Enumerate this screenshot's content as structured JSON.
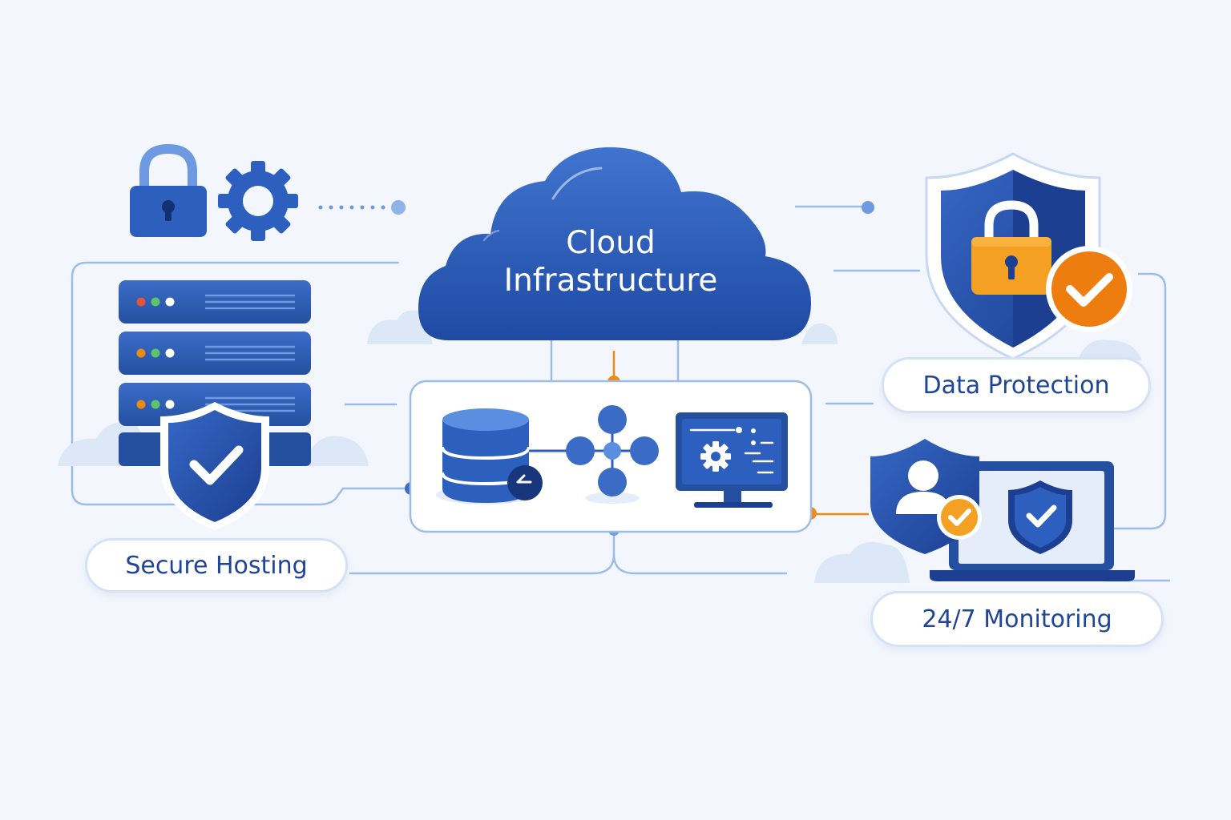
{
  "diagram": {
    "cloud": {
      "line1": "Cloud",
      "line2": "Infrastructure",
      "icon": "cloud-icon"
    },
    "labels": {
      "secure_hosting": "Secure Hosting",
      "data_protection": "Data Protection",
      "monitoring": "24/7 Monitoring"
    },
    "icons": [
      "padlock-icon",
      "gear-icon",
      "server-rack-icon",
      "shield-check-icon",
      "database-icon",
      "network-hub-icon",
      "monitor-settings-icon",
      "shield-padlock-icon",
      "check-badge-icon",
      "user-shield-icon",
      "laptop-icon"
    ],
    "colors": {
      "primary": "#2a5bb8",
      "dark": "#1c3f91",
      "light": "#5a8ee0",
      "accent": "#f08a12",
      "line": "#8fb3e6",
      "background": "#f3f7fd"
    }
  }
}
